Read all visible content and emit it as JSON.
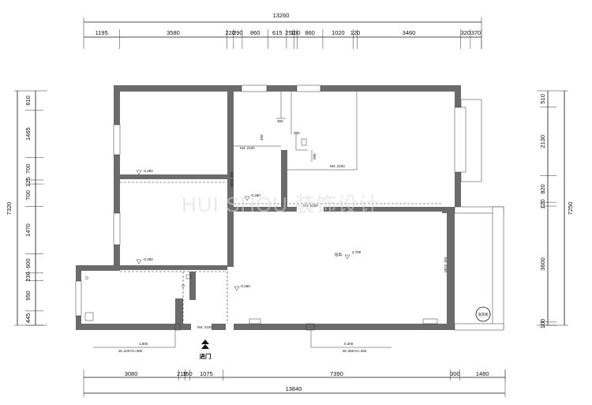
{
  "dims": {
    "top_total": "13260",
    "top_segments": [
      "1195",
      "3580",
      "220",
      "290",
      "860",
      "615",
      "250",
      "100",
      "860",
      "1020",
      "120",
      "3460",
      "320",
      "370"
    ],
    "bottom_total": "13840",
    "bottom_segments": [
      "3080",
      "215",
      "150",
      "1075",
      "7390",
      "300",
      "1480"
    ],
    "left_total": "7320",
    "left_segments": [
      "610",
      "1465",
      "700",
      "125",
      "700",
      "1470",
      "600",
      "230",
      "950",
      "445"
    ],
    "right_total": "7250",
    "right_segments": [
      "510",
      "2130",
      "820",
      "120",
      "3600",
      "100"
    ],
    "inner": [
      "350",
      "450",
      "350",
      "560"
    ]
  },
  "labels": {
    "level_bed1": "-0.280",
    "level_bed2": "-0.280",
    "level_corridor": "-0.280",
    "level_entry": "-0.280",
    "level_living": "2.700",
    "living_prefix": "层高:",
    "entrance": "进门",
    "door_tags": [
      "M4: 2100",
      "M4: 2100",
      "M4: 2100",
      "M4: 2100",
      "M4: 2100",
      "M4: 2100"
    ],
    "window_note_left": "W=420×H=380",
    "window_note_left_val": "1.800",
    "window_note_right": "W=350×H=350",
    "window_note_right_val": "0.300",
    "balcony_tag": "洗衣机"
  },
  "watermark": "HUI SHOU 装饰设计"
}
